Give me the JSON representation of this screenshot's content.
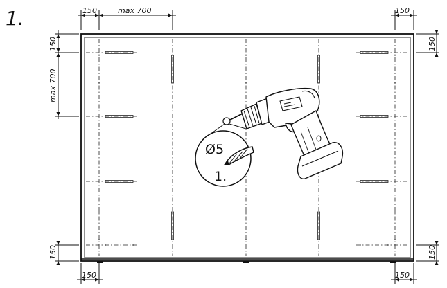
{
  "step": {
    "number": "1."
  },
  "dimensions": {
    "top_left_edge": "150",
    "top_max": "max 700",
    "top_right_edge": "150",
    "left_top_edge": "150",
    "left_max": "max 700",
    "left_bottom_edge": "150",
    "right_top_edge": "150",
    "right_bottom_edge": "150",
    "bottom_left_edge": "150",
    "bottom_right_edge": "150"
  },
  "callout": {
    "drill_size": "Ø5",
    "step_label": "1."
  }
}
